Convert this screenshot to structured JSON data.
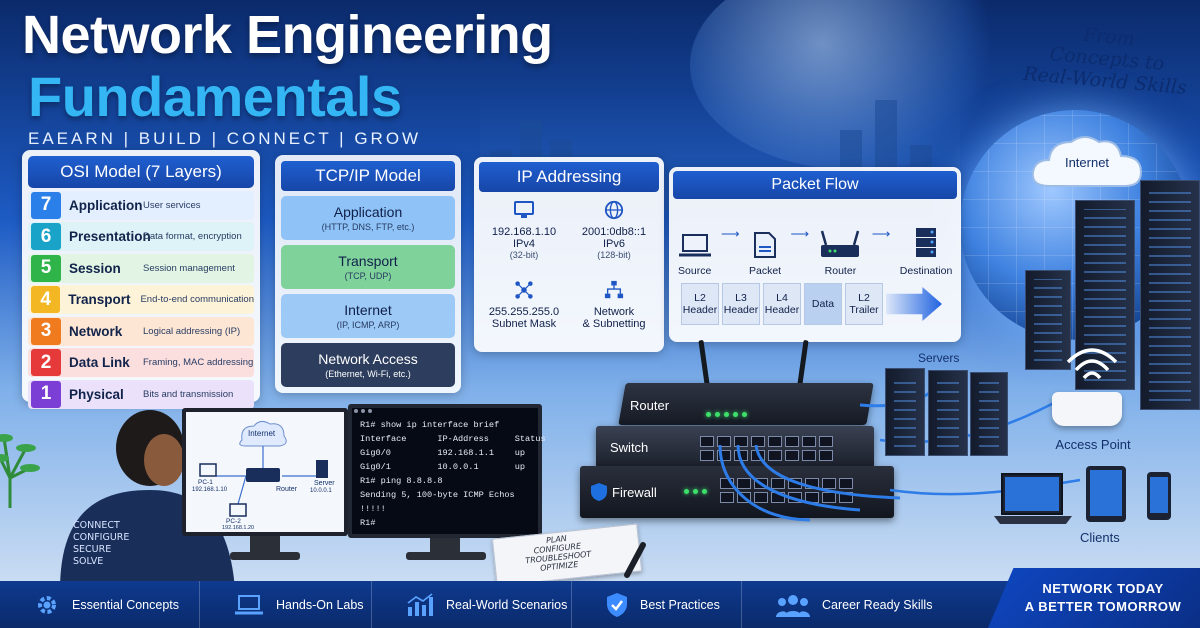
{
  "header": {
    "title_line1": "Network Engineering",
    "title_line2": "Fundamentals",
    "tagline": "EAEARN  |  BUILD  |  CONNECT  |  GROW",
    "script_line1": "From",
    "script_line2": "Concepts to",
    "script_line3": "Real-World Skills"
  },
  "osi": {
    "title": "OSI Model (7 Layers)",
    "layers": [
      {
        "num": "7",
        "name": "Application",
        "desc": "User services",
        "color": "#2a7fe8",
        "bg": "#e3efff"
      },
      {
        "num": "6",
        "name": "Presentation",
        "desc": "Data format, encryption",
        "color": "#1aa3c8",
        "bg": "#ddf3f7"
      },
      {
        "num": "5",
        "name": "Session",
        "desc": "Session management",
        "color": "#2fb44a",
        "bg": "#e2f5e4"
      },
      {
        "num": "4",
        "name": "Transport",
        "desc": "End-to-end communication",
        "color": "#f2b722",
        "bg": "#fdf3d9"
      },
      {
        "num": "3",
        "name": "Network",
        "desc": "Logical addressing (IP)",
        "color": "#f07a1e",
        "bg": "#fde6d4"
      },
      {
        "num": "2",
        "name": "Data Link",
        "desc": "Framing, MAC addressing",
        "color": "#e63a3a",
        "bg": "#fbdede"
      },
      {
        "num": "1",
        "name": "Physical",
        "desc": "Bits and transmission",
        "color": "#7b3fd6",
        "bg": "#ebe1fa"
      }
    ]
  },
  "tcpip": {
    "title": "TCP/IP Model",
    "layers": [
      {
        "name": "Application",
        "sub": "(HTTP, DNS, FTP, etc.)",
        "bg": "#8fc3f7"
      },
      {
        "name": "Transport",
        "sub": "(TCP, UDP)",
        "bg": "#7fd39a"
      },
      {
        "name": "Internet",
        "sub": "(IP, ICMP, ARP)",
        "bg": "#9cc9f5"
      },
      {
        "name": "Network Access",
        "sub": "(Ethernet, Wi-Fi, etc.)",
        "bg": "#2c3d5e",
        "dark": true
      }
    ]
  },
  "ip": {
    "title": "IP Addressing",
    "ipv4_addr": "192.168.1.10",
    "ipv4_label": "IPv4",
    "ipv4_bits": "(32-bit)",
    "ipv6_addr": "2001:0db8::1",
    "ipv6_label": "IPv6",
    "ipv6_bits": "(128-bit)",
    "mask": "255.255.255.0",
    "mask_label": "Subnet Mask",
    "subnet_line1": "Network",
    "subnet_line2": "& Subnetting",
    "icons": [
      "monitor-icon",
      "globe-icon",
      "network-nodes-icon",
      "hierarchy-icon"
    ]
  },
  "flow": {
    "title": "Packet Flow",
    "steps": [
      "Source",
      "Packet",
      "Router",
      "Destination"
    ],
    "headers": [
      {
        "l1": "L2",
        "l2": "Header"
      },
      {
        "l1": "L3",
        "l2": "Header"
      },
      {
        "l1": "L4",
        "l2": "Header"
      },
      {
        "l1": "Data",
        "l2": ""
      },
      {
        "l1": "L2",
        "l2": "Trailer"
      }
    ]
  },
  "scene": {
    "internet_label": "Internet",
    "servers_label": "Servers",
    "ap_label": "Access Point",
    "clients_label": "Clients",
    "router_label": "Router",
    "switch_label": "Switch",
    "firewall_label": "Firewall"
  },
  "diagram_screen": {
    "internet": "Internet",
    "pc1": "PC-1",
    "pc1_ip": "192.168.1.10",
    "pc2": "PC-2",
    "pc2_ip": "192.168.1.20",
    "router": "Router",
    "server": "Server",
    "server_ip": "10.0.0.1"
  },
  "terminal": {
    "lines": [
      "R1# show ip interface brief",
      "Interface      IP-Address     Status",
      "Gig0/0         192.168.1.1    up",
      "Gig0/1         10.0.0.1       up",
      "R1# ping 8.8.8.8",
      "Sending 5, 100-byte ICMP Echos",
      "!!!!!",
      "R1#"
    ]
  },
  "person_shirt": [
    "CONNECT",
    "CONFIGURE",
    "SECURE",
    "SOLVE"
  ],
  "notebook": [
    "PLAN",
    "CONFIGURE",
    "TROUBLESHOOT",
    "OPTIMIZE"
  ],
  "bottom": {
    "features": [
      {
        "label": "Essential Concepts",
        "icon": "gear-icon"
      },
      {
        "label": "Hands-On Labs",
        "icon": "laptop-icon"
      },
      {
        "label": "Real-World Scenarios",
        "icon": "bar-chart-icon"
      },
      {
        "label": "Best Practices",
        "icon": "shield-check-icon"
      },
      {
        "label": "Career Ready Skills",
        "icon": "team-icon"
      }
    ],
    "slogan_line1": "NETWORK TODAY",
    "slogan_line2": "A BETTER TOMORROW"
  },
  "colors": {
    "accent": "#34b6f5",
    "panel_head": "#1f5fd0",
    "bottom_bar": "#0f3a8f"
  }
}
